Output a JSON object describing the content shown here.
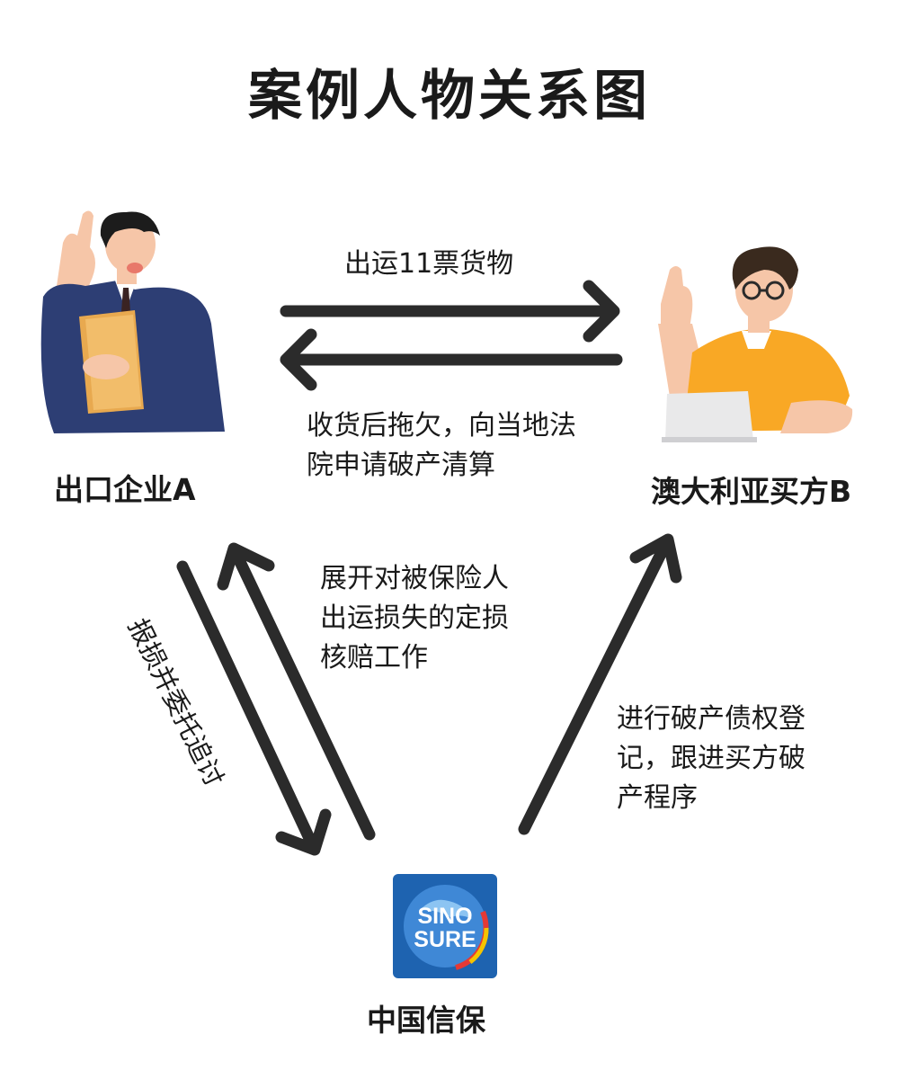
{
  "title": "案例人物关系图",
  "parties": {
    "exporter": "出口企业A",
    "buyer": "澳大利亚买方B",
    "insurer": "中国信保"
  },
  "logo": {
    "line1": "SINO",
    "line2": "SURE",
    "colors": {
      "background": "#1e63b0",
      "arc_red": "#e53935",
      "arc_yellow": "#f5c400"
    }
  },
  "relations": [
    {
      "from": "exporter",
      "to": "buyer",
      "label": "出运11票货物"
    },
    {
      "from": "buyer",
      "to": "exporter",
      "label": "收货后拖欠，向当地法\n院申请破产清算"
    },
    {
      "from": "exporter",
      "to": "insurer",
      "label": "报损并委托追讨"
    },
    {
      "from": "insurer",
      "to": "exporter",
      "label": "展开对被保险人\n出运损失的定损\n核赔工作"
    },
    {
      "from": "insurer",
      "to": "buyer",
      "label": "进行破产债权登\n记，跟进买方破\n产程序"
    }
  ],
  "colors": {
    "arrow": "#2b2b2b",
    "suit": "#2d3e74",
    "shirt_yellow": "#f9a825",
    "skin": "#f6c6a8",
    "folder": "#e8a94f"
  }
}
